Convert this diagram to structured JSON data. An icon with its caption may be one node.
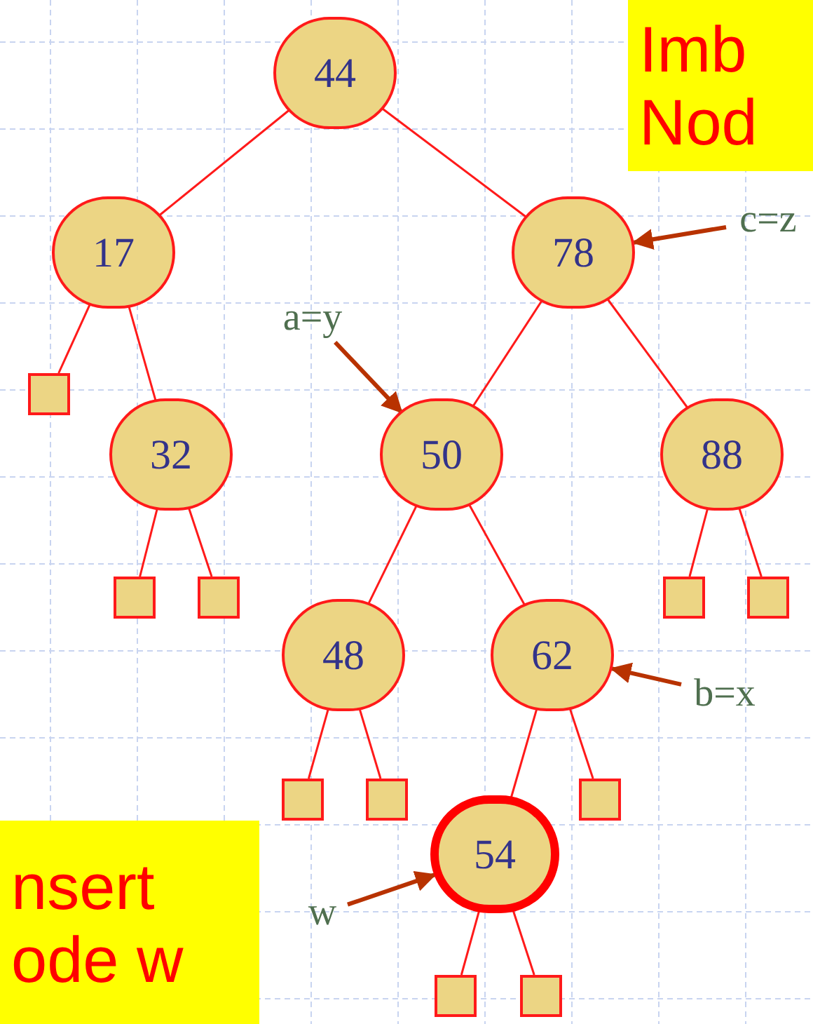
{
  "diagram": {
    "nodes": [
      {
        "text": [
          "Imb Nod"
        ]
      },
      {
        "text": [
          "44"
        ]
      },
      {
        "text": [
          "17"
        ]
      },
      {
        "text": [
          "78"
        ]
      },
      {
        "text": [
          "c=z"
        ]
      },
      {
        "text": [
          "a=y"
        ]
      },
      {
        "text": [],
        "shape": "box"
      },
      {
        "text": [
          "32"
        ]
      },
      {
        "text": [
          "50"
        ]
      },
      {
        "text": [
          "88"
        ]
      },
      {
        "text": [],
        "shape": "box"
      },
      {
        "text": [],
        "shape": "box"
      },
      {
        "text": [
          "48"
        ]
      },
      {
        "text": [
          "62"
        ]
      },
      {
        "text": [],
        "shape": "box"
      },
      {
        "text": [],
        "shape": "box"
      },
      {
        "text": [
          "b=x"
        ]
      },
      {
        "text": [],
        "shape": "box"
      },
      {
        "text": [],
        "shape": "box"
      },
      {
        "text": [
          "54"
        ]
      },
      {
        "text": [],
        "shape": "box"
      },
      {
        "text": [
          "nsert ode w"
        ]
      },
      {
        "text": [
          "w"
        ]
      },
      {
        "text": [],
        "shape": "box"
      },
      {
        "text": [],
        "shape": "box"
      }
    ],
    "edges": [
      {
        "from": 1,
        "to": 2,
        "arrow": "none"
      },
      {
        "from": 1,
        "to": 3,
        "arrow": "none"
      },
      {
        "from": 2,
        "to": 6,
        "arrow": "none"
      },
      {
        "from": 2,
        "to": 7,
        "arrow": "none"
      },
      {
        "from": 7,
        "to": 10,
        "arrow": "none"
      },
      {
        "from": 7,
        "to": 11,
        "arrow": "none"
      },
      {
        "from": 3,
        "to": 8,
        "arrow": "none"
      },
      {
        "from": 3,
        "to": 9,
        "arrow": "none"
      },
      {
        "from": 9,
        "to": 14,
        "arrow": "none"
      },
      {
        "from": 9,
        "to": 15,
        "arrow": "none"
      },
      {
        "from": 8,
        "to": 12,
        "arrow": "none"
      },
      {
        "from": 8,
        "to": 13,
        "arrow": "none"
      },
      {
        "from": 12,
        "to": 17,
        "arrow": "none"
      },
      {
        "from": 12,
        "to": 18,
        "arrow": "none"
      },
      {
        "from": 13,
        "to": 19,
        "arrow": "none"
      },
      {
        "from": 13,
        "to": 20,
        "arrow": "none"
      },
      {
        "from": 19,
        "to": 23,
        "arrow": "none"
      },
      {
        "from": 19,
        "to": 24,
        "arrow": "none"
      },
      {
        "from": 4,
        "to": 3,
        "arrow": "to",
        "style": "thick",
        "color": "#b83200"
      },
      {
        "from": 5,
        "to": 8,
        "arrow": "to",
        "style": "thick",
        "color": "#b83200"
      },
      {
        "from": 16,
        "to": 13,
        "arrow": "to",
        "style": "thick",
        "color": "#b83200"
      },
      {
        "from": 22,
        "to": 19,
        "arrow": "to",
        "style": "thick",
        "color": "#b83200"
      }
    ]
  }
}
